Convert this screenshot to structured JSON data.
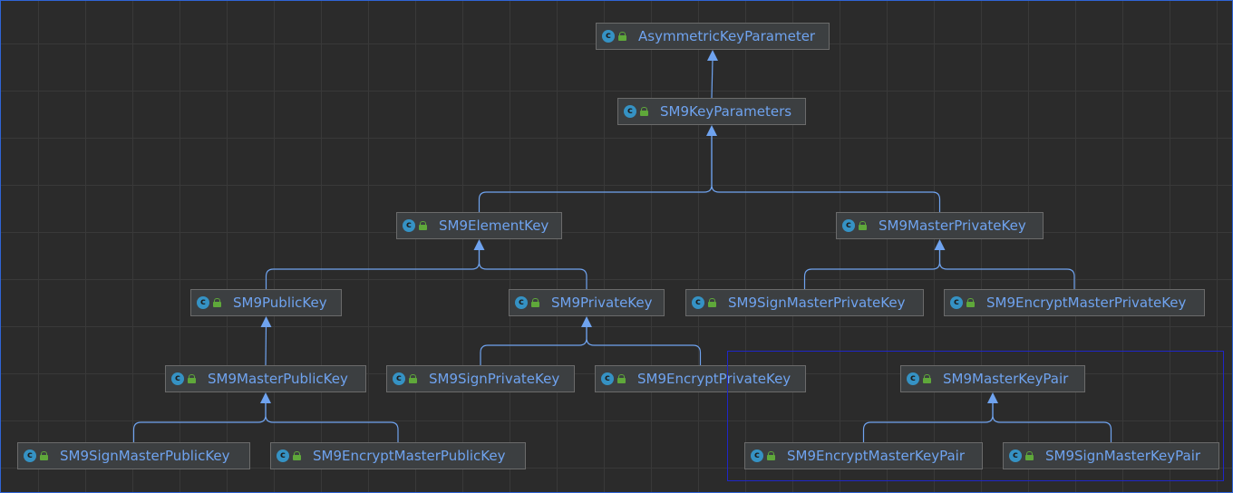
{
  "diagram": {
    "colors": {
      "background": "#2b2b2b",
      "grid": "#393939",
      "edge": "#6fa3ef",
      "node_fill": "#3c3f41",
      "node_border": "#6b6b6b",
      "class_icon": "#3592c4",
      "lock_icon": "#5fa83a",
      "selection": "#1f26c8"
    },
    "node_icons": [
      "class-icon",
      "unlock-icon"
    ],
    "nodes": [
      {
        "id": "asymmetric",
        "label": "AsymmetricKeyParameter"
      },
      {
        "id": "sm9keyparams",
        "label": "SM9KeyParameters"
      },
      {
        "id": "element",
        "label": "SM9ElementKey"
      },
      {
        "id": "masterprivate",
        "label": "SM9MasterPrivateKey"
      },
      {
        "id": "public",
        "label": "SM9PublicKey"
      },
      {
        "id": "private",
        "label": "SM9PrivateKey"
      },
      {
        "id": "signmasterprivate",
        "label": "SM9SignMasterPrivateKey"
      },
      {
        "id": "encryptmasterprivate",
        "label": "SM9EncryptMasterPrivateKey"
      },
      {
        "id": "masterpublic",
        "label": "SM9MasterPublicKey"
      },
      {
        "id": "signprivate",
        "label": "SM9SignPrivateKey"
      },
      {
        "id": "encryptprivate",
        "label": "SM9EncryptPrivateKey"
      },
      {
        "id": "masterkeypair",
        "label": "SM9MasterKeyPair"
      },
      {
        "id": "signmasterpublic",
        "label": "SM9SignMasterPublicKey"
      },
      {
        "id": "encryptmasterpublic",
        "label": "SM9EncryptMasterPublicKey"
      },
      {
        "id": "encryptmasterkeypair",
        "label": "SM9EncryptMasterKeyPair"
      },
      {
        "id": "signmasterkeypair",
        "label": "SM9SignMasterKeyPair"
      }
    ],
    "edges": [
      {
        "from": "sm9keyparams",
        "to": "asymmetric"
      },
      {
        "from": "element",
        "to": "sm9keyparams"
      },
      {
        "from": "masterprivate",
        "to": "sm9keyparams"
      },
      {
        "from": "public",
        "to": "element"
      },
      {
        "from": "private",
        "to": "element"
      },
      {
        "from": "signmasterprivate",
        "to": "masterprivate"
      },
      {
        "from": "encryptmasterprivate",
        "to": "masterprivate"
      },
      {
        "from": "masterpublic",
        "to": "public"
      },
      {
        "from": "signprivate",
        "to": "private"
      },
      {
        "from": "encryptprivate",
        "to": "private"
      },
      {
        "from": "signmasterpublic",
        "to": "masterpublic"
      },
      {
        "from": "encryptmasterpublic",
        "to": "masterpublic"
      },
      {
        "from": "encryptmasterkeypair",
        "to": "masterkeypair"
      },
      {
        "from": "signmasterkeypair",
        "to": "masterkeypair"
      }
    ],
    "selected_group": [
      "masterkeypair",
      "encryptmasterkeypair",
      "signmasterkeypair"
    ]
  }
}
